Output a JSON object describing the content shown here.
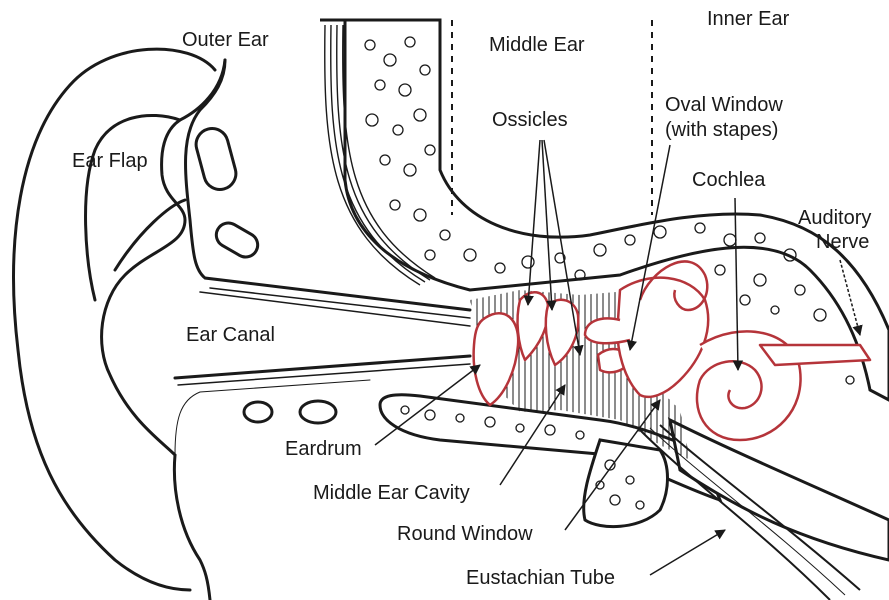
{
  "labels": {
    "outer_ear": "Outer Ear",
    "middle_ear": "Middle Ear",
    "inner_ear": "Inner Ear",
    "ear_flap": "Ear Flap",
    "ossicles": "Ossicles",
    "oval_window_line1": "Oval Window",
    "oval_window_line2": "(with stapes)",
    "cochlea": "Cochlea",
    "auditory_nerve_line1": "Auditory",
    "auditory_nerve_line2": "Nerve",
    "ear_canal": "Ear Canal",
    "eardrum": "Eardrum",
    "middle_ear_cavity": "Middle Ear Cavity",
    "round_window": "Round Window",
    "eustachian_tube": "Eustachian Tube"
  },
  "colors": {
    "outline": "#1a1a1a",
    "highlight": "#b5343a",
    "background": "#ffffff"
  }
}
